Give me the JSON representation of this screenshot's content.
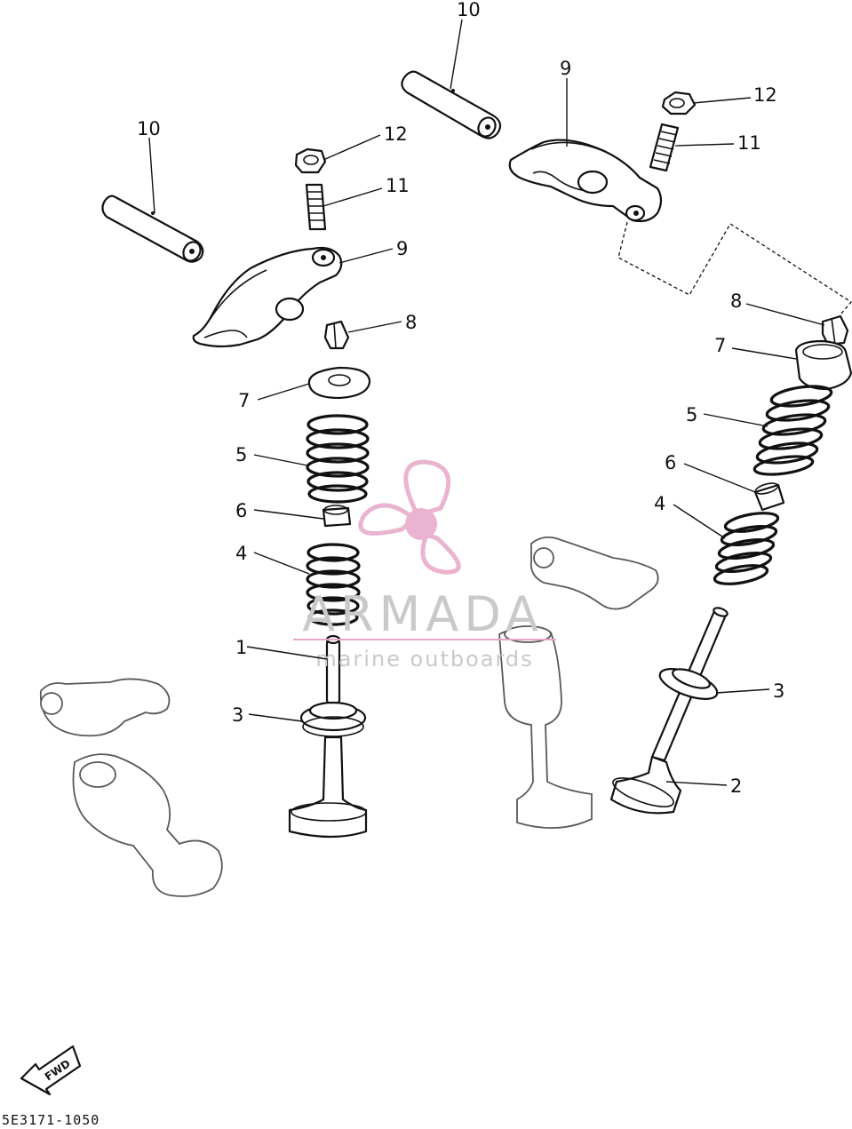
{
  "diagram": {
    "callouts": [
      {
        "id": "c10a",
        "text": "10"
      },
      {
        "id": "c9a",
        "text": "9"
      },
      {
        "id": "c12a",
        "text": "12"
      },
      {
        "id": "c11a",
        "text": "11"
      },
      {
        "id": "c10b",
        "text": "10"
      },
      {
        "id": "c12b",
        "text": "12"
      },
      {
        "id": "c11b",
        "text": "11"
      },
      {
        "id": "c9b",
        "text": "9"
      },
      {
        "id": "c8b",
        "text": "8"
      },
      {
        "id": "c7b",
        "text": "7"
      },
      {
        "id": "c5b",
        "text": "5"
      },
      {
        "id": "c6b",
        "text": "6"
      },
      {
        "id": "c4b",
        "text": "4"
      },
      {
        "id": "c1",
        "text": "1"
      },
      {
        "id": "c3b",
        "text": "3"
      },
      {
        "id": "c8a",
        "text": "8"
      },
      {
        "id": "c7a",
        "text": "7"
      },
      {
        "id": "c5a",
        "text": "5"
      },
      {
        "id": "c6a",
        "text": "6"
      },
      {
        "id": "c4a",
        "text": "4"
      },
      {
        "id": "c3a",
        "text": "3"
      },
      {
        "id": "c2",
        "text": "2"
      }
    ],
    "fwd_label": "FWD",
    "part_code": "5E3171-1050"
  },
  "watermark": {
    "brand": "ARMADA",
    "tagline": "marine outboards",
    "color": "#e7a6c8"
  }
}
